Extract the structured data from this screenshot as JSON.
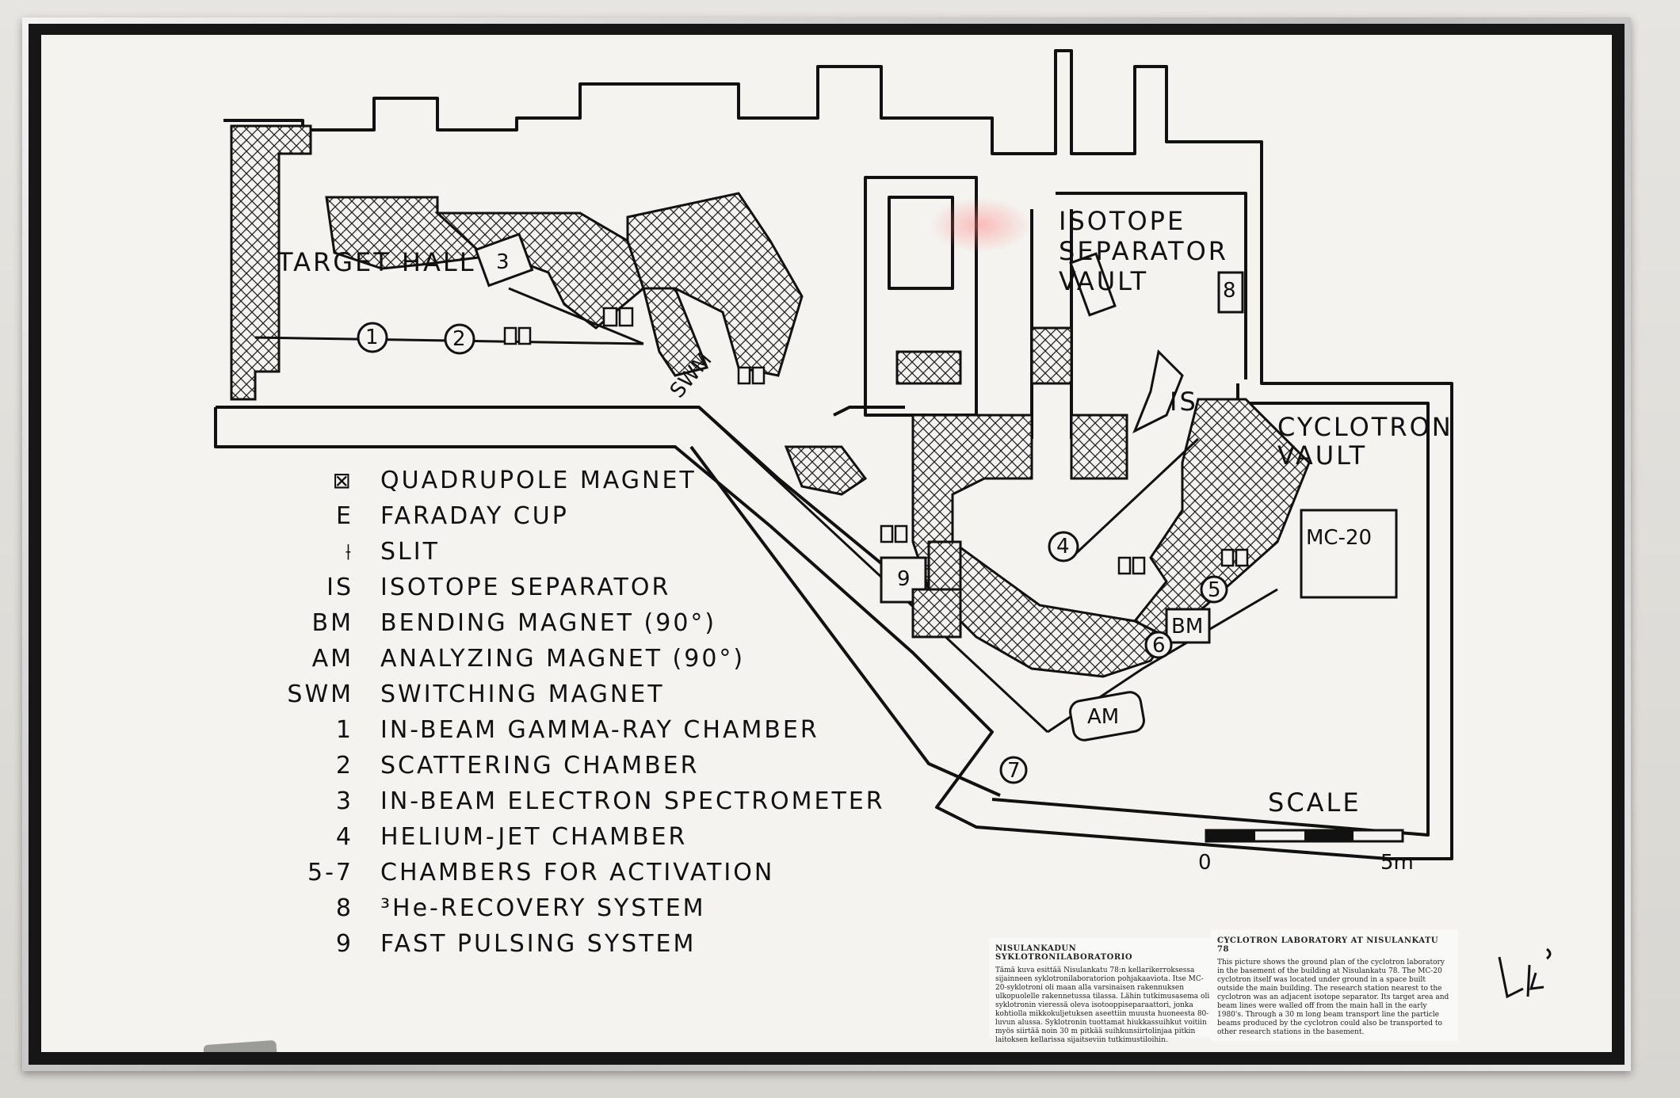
{
  "room_labels": {
    "target_hall": "TARGET HALL",
    "isotope_vault_1": "ISOTOPE",
    "isotope_vault_2": "SEPARATOR",
    "isotope_vault_3": "VAULT",
    "cyclotron_vault_1": "CYCLOTRON",
    "cyclotron_vault_2": "VAULT"
  },
  "equipment_labels": {
    "swm": "SWM",
    "is": "IS",
    "bm": "BM",
    "am": "AM",
    "mc20": "MC-20",
    "n1": "1",
    "n2": "2",
    "n3": "3",
    "n4": "4",
    "n5": "5",
    "n6": "6",
    "n7": "7",
    "n8": "8",
    "n9": "9"
  },
  "legend": [
    {
      "key": "⊠",
      "text": "QUADRUPOLE MAGNET"
    },
    {
      "key": "E",
      "text": "FARADAY CUP"
    },
    {
      "key": "⟊",
      "text": "SLIT"
    },
    {
      "key": "IS",
      "text": "ISOTOPE SEPARATOR"
    },
    {
      "key": "BM",
      "text": "BENDING MAGNET (90°)"
    },
    {
      "key": "AM",
      "text": "ANALYZING MAGNET (90°)"
    },
    {
      "key": "SWM",
      "text": "SWITCHING MAGNET"
    },
    {
      "key": "1",
      "text": "IN-BEAM GAMMA-RAY CHAMBER"
    },
    {
      "key": "2",
      "text": "SCATTERING CHAMBER"
    },
    {
      "key": "3",
      "text": "IN-BEAM ELECTRON SPECTROMETER"
    },
    {
      "key": "4",
      "text": "HELIUM-JET CHAMBER"
    },
    {
      "key": "5-7",
      "text": "CHAMBERS FOR ACTIVATION"
    },
    {
      "key": "8",
      "text": "³He-RECOVERY SYSTEM"
    },
    {
      "key": "9",
      "text": "FAST PULSING SYSTEM"
    }
  ],
  "scale": {
    "title": "SCALE",
    "start": "0",
    "end": "5m"
  },
  "notes": {
    "finnish_title": "NISULANKADUN SYKLOTRONILABORATORIO",
    "finnish_text": "Tämä kuva esittää Nisulankatu 78:n kellarikerroksessa sijainneen syklotronilaboratorion pohjakaaviota. Itse MC-20-syklotroni oli maan alla varsinaisen rakennuksen ulkopuolelle rakennetussa tilassa. Lähin tutkimusasema oli syklotronin vieressä oleva isotooppiseparaattori, jonka kohtiolla mikkokuljetuksen aseettiin muusta huoneesta 80-luvun alussa. Syklotronin tuottamat hiukkassuihkut voitiin myös siirtää noin 30 m pitkää suihkunsiirtolinjaa pitkin laitoksen kellarissa sijaitseviin tutkimustiloihin.",
    "english_title": "CYCLOTRON LABORATORY AT NISULANKATU 78",
    "english_text": "This picture shows the ground plan of the cyclotron laboratory in the basement of the building at Nisulankatu 78. The MC-20 cyclotron itself was located under ground in a space built outside the main building. The research station nearest to the cyclotron was an adjacent isotope separator. Its target area and beam lines were walled off from the main hall in the early 1980's. Through a 30 m long beam transport line the particle beams produced by the cyclotron could also be transported to other research stations in the basement."
  }
}
